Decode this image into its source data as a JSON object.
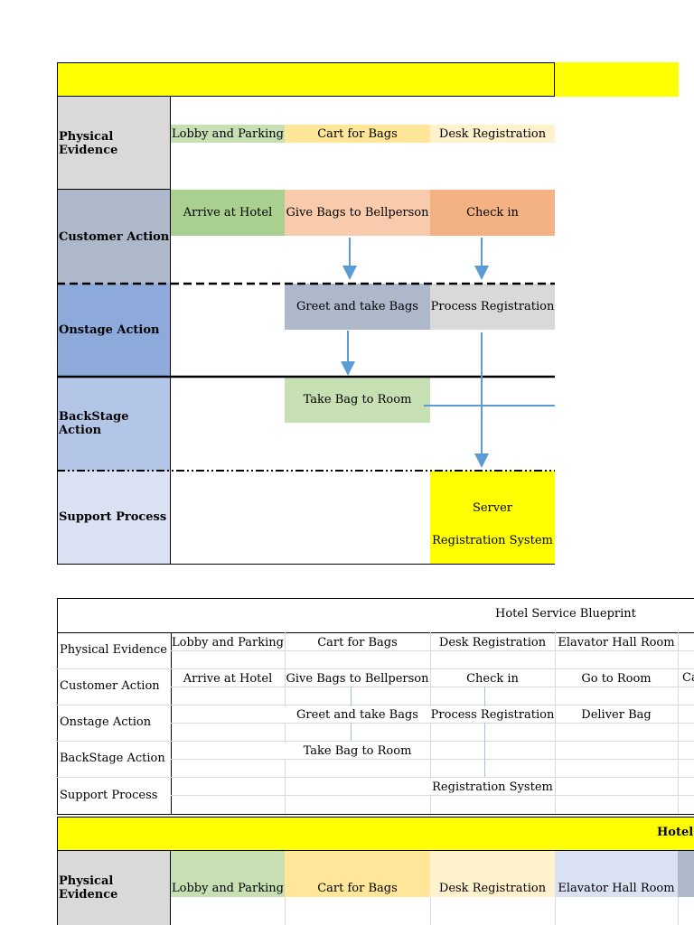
{
  "top_blueprint": {
    "row_headers": [
      "Physical Evidence",
      "Customer Action",
      "Onstage Action",
      "BackStage Action",
      "Support Process"
    ],
    "physical": [
      "Lobby and Parking",
      "Cart for Bags",
      "Desk Registration"
    ],
    "customer": [
      "Arrive at Hotel",
      "Give Bags to Bellperson",
      "Check in"
    ],
    "onstage": [
      "Greet and take Bags",
      "Process Registration"
    ],
    "backstage": [
      "Take Bag to Room"
    ],
    "support": [
      "Server",
      "Registration System"
    ]
  },
  "table_blueprint": {
    "title": "Hotel Service Blueprint",
    "row_headers": [
      "Physical Evidence",
      "Customer Action",
      "Onstage Action",
      "BackStage Action",
      "Support Process"
    ],
    "physical": [
      "Lobby and Parking",
      "Cart for Bags",
      "Desk Registration",
      "Elavator Hall Room"
    ],
    "customer": [
      "Arrive at Hotel",
      "Give Bags to Bellperson",
      "Check in",
      "Go to Room",
      "Ca"
    ],
    "onstage": [
      "Greet and take Bags",
      "Process Registration",
      "Deliver Bag"
    ],
    "backstage": [
      "Take Bag to Room"
    ],
    "support": [
      "Registration System"
    ]
  },
  "bottom_blueprint": {
    "title": "Hotel",
    "row_headers": [
      "Physical Evidence"
    ],
    "physical": [
      "Lobby and Parking",
      "Cart for Bags",
      "Desk Registration",
      "Elavator Hall Room"
    ]
  },
  "colors": {
    "yellow": "#ffff00",
    "green": "#c6e0b4",
    "green_dark": "#a9d08e",
    "orange_light": "#f8cbad",
    "orange": "#f4b183",
    "amber_light": "#ffe699",
    "cream": "#fff2cc",
    "slate": "#adb9ca",
    "gray": "#d9d9d9",
    "blue": "#8eaadb",
    "blue_light": "#b4c6e7",
    "blue_pale": "#d9e1f2",
    "lavender": "#d9e1f2",
    "arrow": "#5b9bd5"
  }
}
